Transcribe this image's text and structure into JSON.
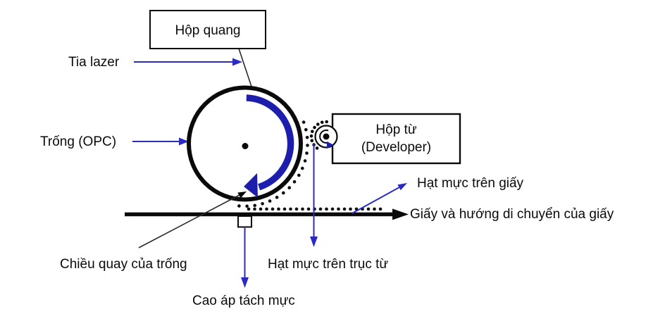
{
  "diagram": {
    "description": "Laser printer drum / developer schematic",
    "labels": {
      "hop_quang": "Hộp quang",
      "tia_lazer": "Tia lazer",
      "trong_opc": "Trống (OPC)",
      "hop_tu_line1": "Hộp từ",
      "hop_tu_line2": "(Developer)",
      "hat_muc_tren_giay": "Hạt mực trên giấy",
      "giay_huong": "Giấy và hướng di chuyển của giấy",
      "chieu_quay": "Chiều quay của trống",
      "hat_muc_truc_tu": "Hạt mực trên trục từ",
      "cao_ap": "Cao áp tách mực"
    },
    "colors": {
      "ink": "#0a0a0a",
      "arrow_blue": "#2b2bc4",
      "rotation_arc_blue": "#1e1ead",
      "pointer_line": "#2a2a2a",
      "background": "#ffffff"
    }
  }
}
